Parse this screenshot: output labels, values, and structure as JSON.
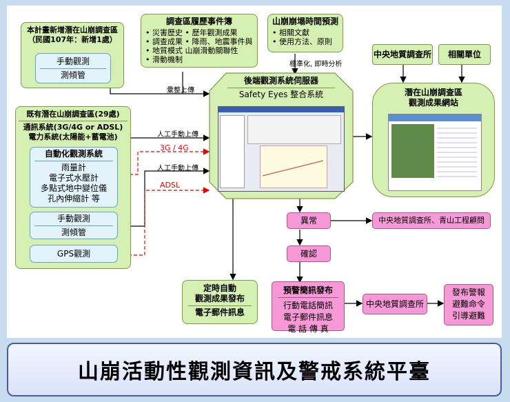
{
  "new_sites": {
    "title": "本計畫新增潛在山崩調查區",
    "subtitle": "（民國107年：新增1處）",
    "manual": "手動觀測",
    "tube": "測傾管"
  },
  "history": {
    "title": "調查區履歷事件簿",
    "items": [
      "災害歷史 • 歷年觀測成果",
      "調查成果 • 降雨、地震事件與",
      "地質模式 山崩滑動關聯性",
      "滑動機制"
    ]
  },
  "forecast": {
    "title": "山崩崩塌時間預測",
    "items": [
      "相關文獻",
      "使用方法、原則"
    ]
  },
  "existing": {
    "title": "既有潛在山崩調查區(29處)",
    "comm": "通訊系統(3G/4G or ADSL)",
    "power": "電力系統(太陽能+蓄電池)",
    "auto_title": "自動化觀測系統",
    "auto_items": [
      "雨量計",
      "電子式水壓計",
      "多點式地中變位儀",
      "孔內伸縮計 等"
    ],
    "manual": "手動觀測",
    "tube": "測傾管",
    "gps": "GPS觀測"
  },
  "server": {
    "title": "後端觀測系統伺服器",
    "sub": "Safety Eyes 整合系統"
  },
  "agencies": {
    "cgs": "中央地質調查所",
    "related": "相關單位"
  },
  "website": {
    "title1": "潛在山崩調查區",
    "title2": "觀測成果網站"
  },
  "labels": {
    "upload": "彙整上傳",
    "analysis": "標準化, 即時分析",
    "manual_upload1": "人工手動上傳",
    "g34": "3G / 4G",
    "manual_upload2": "人工手動上傳",
    "adsl": "ADSL"
  },
  "anomaly": "異常",
  "anomaly_target": "中央地質調查所、青山工程顧問",
  "confirm": "確認",
  "scheduled": {
    "l1": "定時自動",
    "l2": "觀測成果發布",
    "l3": "電子郵件訊息"
  },
  "warning": {
    "title": "預警簡訊發布",
    "items": [
      "行動電話簡訊",
      "電子郵件訊息",
      "電 話 傳 真"
    ]
  },
  "cgs2": "中央地質調查所",
  "actions": [
    "發布警報",
    "避難命令",
    "引導避難"
  ],
  "banner": "山崩活動性觀測資訊及警戒系統平臺"
}
